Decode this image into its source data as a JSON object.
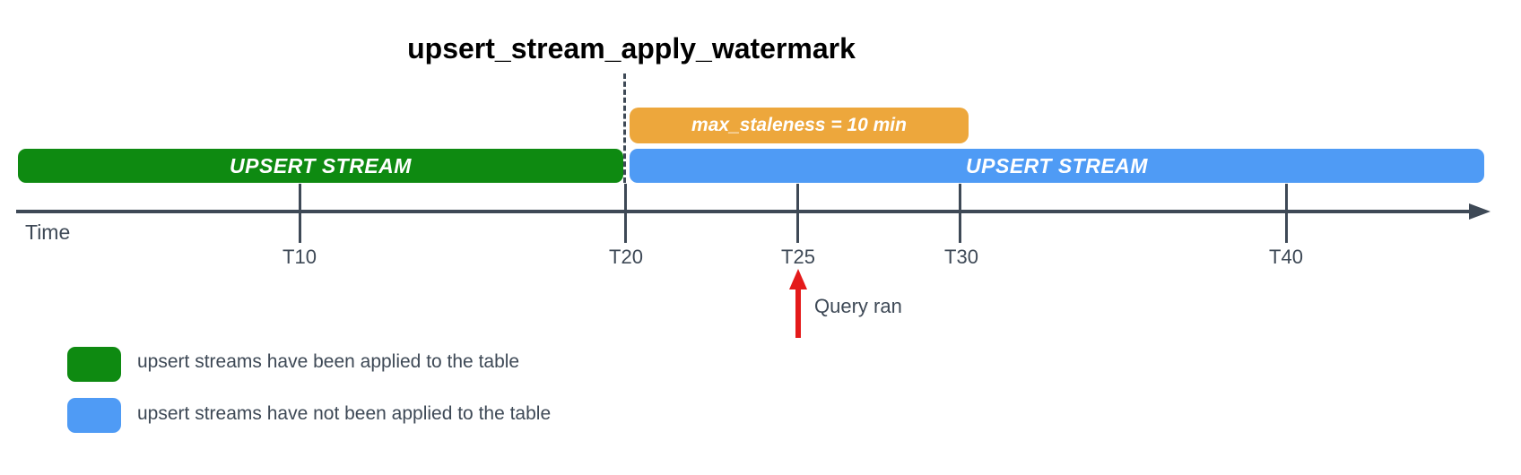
{
  "colors": {
    "green": "#0E8A11",
    "blue": "#4F9BF5",
    "orange": "#EDA73C",
    "red": "#E41A1A",
    "dark": "#3E4956",
    "title": "#000000"
  },
  "title": "upsert_stream_apply_watermark",
  "staleness_box": {
    "label": "max_staleness = 10 min"
  },
  "bars": {
    "applied": {
      "label": "UPSERT STREAM",
      "color": "#0E8A11"
    },
    "not_applied": {
      "label": "UPSERT STREAM",
      "color": "#4F9BF5"
    }
  },
  "timeline": {
    "axis_label": "Time",
    "ticks": [
      {
        "label": "T10"
      },
      {
        "label": "T20"
      },
      {
        "label": "T25"
      },
      {
        "label": "T30"
      },
      {
        "label": "T40"
      }
    ]
  },
  "query_marker": {
    "label": "Query ran"
  },
  "legend": {
    "items": [
      {
        "swatch_color": "#0E8A11",
        "label": "upsert streams have been applied to the table"
      },
      {
        "swatch_color": "#4F9BF5",
        "label": "upsert streams have not been applied to the table"
      }
    ]
  }
}
